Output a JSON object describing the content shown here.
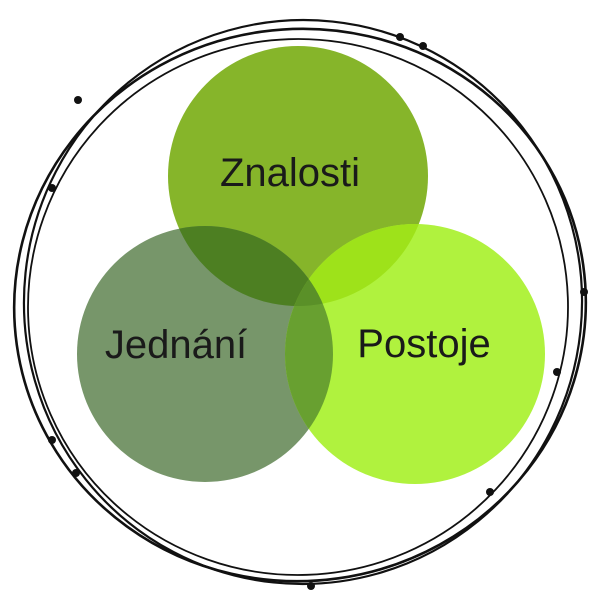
{
  "diagram": {
    "labels": {
      "top": "Znalosti",
      "left": "Jednání",
      "right": "Postoje"
    },
    "colors": {
      "top": "#86b52a",
      "left": "#77966a",
      "right": "#b0f23e",
      "overlap_top_left": "#4d7f22",
      "overlap_top_right": "#9ee21a",
      "overlap_left_right": "#68a030",
      "overlap_center": "#5a9028",
      "frame": "#111111"
    }
  }
}
